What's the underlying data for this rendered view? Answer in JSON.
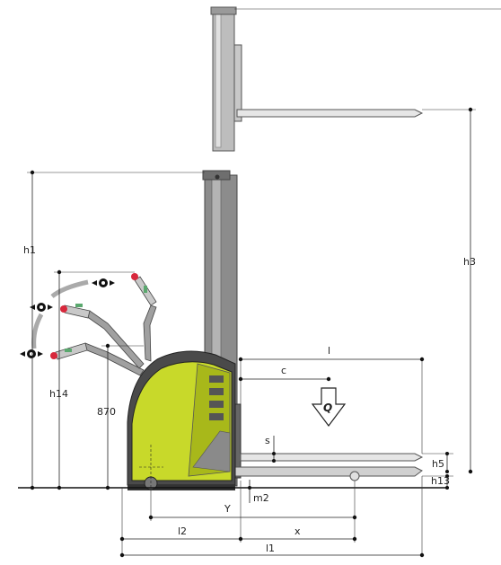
{
  "labels": {
    "h1": "h1",
    "h3": "h3",
    "h14": "h14",
    "d870": "870",
    "l": "l",
    "c": "c",
    "Q": "Q",
    "s": "s",
    "h5": "h5",
    "h13": "h13",
    "m2": "m2",
    "Y": "Y",
    "l2": "l2",
    "x": "x",
    "l1": "l1"
  },
  "colors": {
    "body": "#c8d92a",
    "body_dark": "#a8b81a",
    "chassis": "#4a4a4a",
    "mast": "#8c8c8c",
    "mast_light": "#bdbdbd",
    "fork": "#d8d8d8",
    "tiller": "#a0a0a0",
    "tiller_tip": "#d8283c",
    "grip": "#5aa86e"
  },
  "icons": {
    "rotate": "rotate-arrows-icon",
    "load": "load-arrow-icon"
  }
}
